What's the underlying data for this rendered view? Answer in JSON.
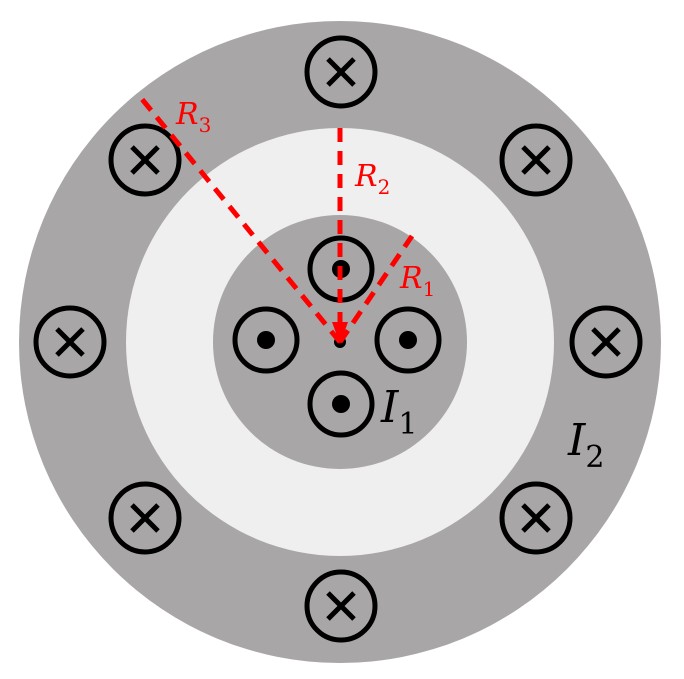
{
  "colors": {
    "background": "#ffffff",
    "conductor": "#a8a6a6",
    "gap": "#efefef",
    "symbol": "#000000",
    "radius_line": "#ff0000"
  },
  "labels": {
    "r1": {
      "letter": "R",
      "sub": "1"
    },
    "r2": {
      "letter": "R",
      "sub": "2"
    },
    "r3": {
      "letter": "R",
      "sub": "3"
    },
    "i1": {
      "letter": "I",
      "sub": "1"
    },
    "i2": {
      "letter": "I",
      "sub": "2"
    }
  },
  "current_symbols": {
    "inner": {
      "icon": "current-out-of-page-icon",
      "count": 4
    },
    "outer": {
      "icon": "current-into-page-icon",
      "count": 8
    }
  }
}
